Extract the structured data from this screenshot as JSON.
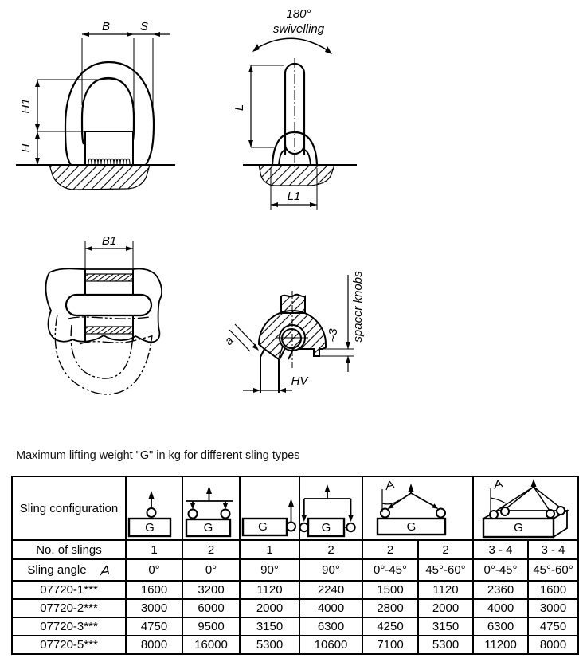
{
  "drawing_labels": {
    "B": "B",
    "S": "S",
    "H1": "H1",
    "H": "H",
    "swivel_deg": "180°",
    "swivel_word": "swivelling",
    "L": "L",
    "L1": "L1",
    "B1": "B1",
    "a": "a",
    "HV": "HV",
    "gap": "~3",
    "spacer": "spacer knobs"
  },
  "table": {
    "title": "Maximum lifting weight \"G\" in kg for different sling types",
    "config_label": "Sling configuration",
    "g": "G",
    "slings_row": {
      "label": "No. of slings",
      "values": [
        "1",
        "2",
        "1",
        "2",
        "2",
        "2",
        "3 - 4",
        "3 - 4"
      ]
    },
    "angle_row": {
      "label": "Sling angle",
      "values": [
        "0°",
        "0°",
        "90°",
        "90°",
        "0°-45°",
        "45°-60°",
        "0°-45°",
        "45°-60°"
      ]
    },
    "data_rows": [
      {
        "label": "07720-1***",
        "values": [
          "1600",
          "3200",
          "1120",
          "2240",
          "1500",
          "1120",
          "2360",
          "1600"
        ]
      },
      {
        "label": "07720-2***",
        "values": [
          "3000",
          "6000",
          "2000",
          "4000",
          "2800",
          "2000",
          "4000",
          "3000"
        ]
      },
      {
        "label": "07720-3***",
        "values": [
          "4750",
          "9500",
          "3150",
          "6300",
          "4250",
          "3150",
          "6300",
          "4750"
        ]
      },
      {
        "label": "07720-5***",
        "values": [
          "8000",
          "16000",
          "5300",
          "10600",
          "7100",
          "5300",
          "11200",
          "8000"
        ]
      }
    ]
  }
}
